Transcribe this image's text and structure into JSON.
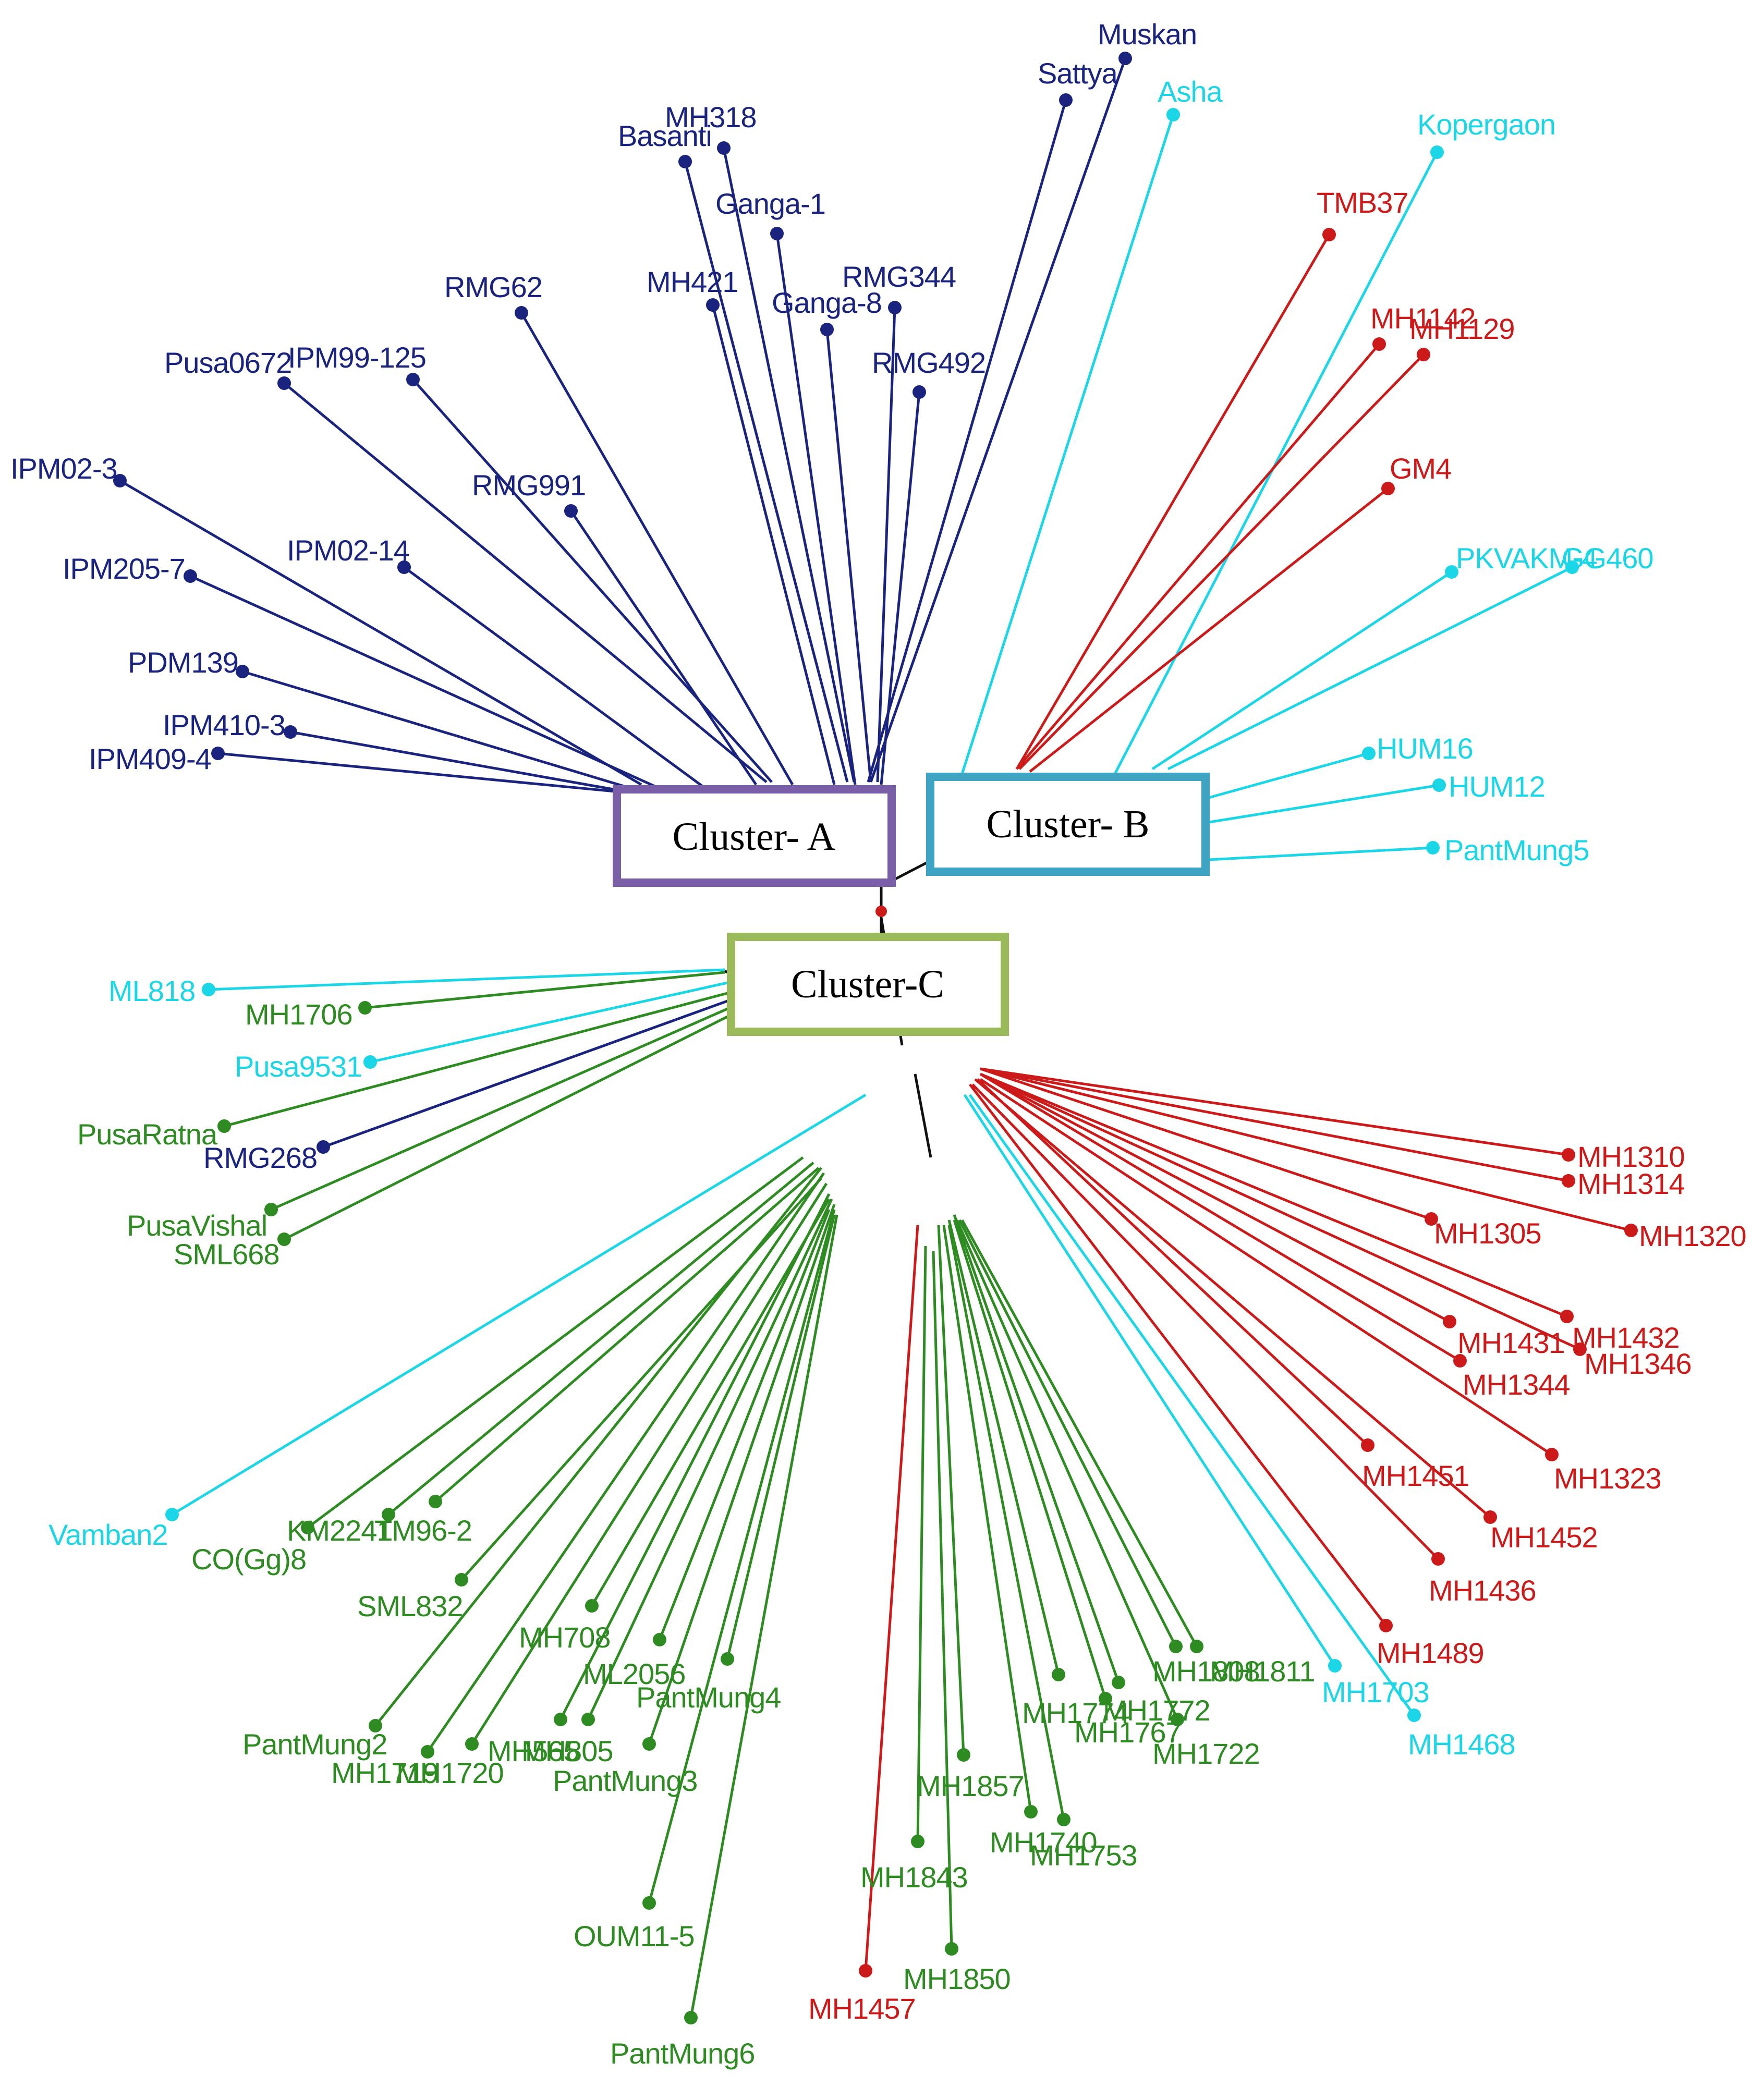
{
  "colors": {
    "A": "#1a237e",
    "B": "#1ad6e6",
    "C": "#2e8b22",
    "R": "#cc1a1a",
    "K": "#111111",
    "box_A": "#7b5ea8",
    "box_B": "#3fa3c3",
    "box_C": "#9bba59"
  },
  "cluster_boxes": [
    {
      "id": "A",
      "label": "Cluster- A"
    },
    {
      "id": "B",
      "label": "Cluster- B"
    },
    {
      "id": "C",
      "label": "Cluster-C"
    }
  ],
  "leaves": [
    {
      "label": "Muskan",
      "color": "A"
    },
    {
      "label": "Sattya",
      "color": "A"
    },
    {
      "label": "MH318",
      "color": "A"
    },
    {
      "label": "Basanti",
      "color": "A"
    },
    {
      "label": "Ganga-1",
      "color": "A"
    },
    {
      "label": "MH421",
      "color": "A"
    },
    {
      "label": "Ganga-8",
      "color": "A"
    },
    {
      "label": "RMG344",
      "color": "A"
    },
    {
      "label": "RMG492",
      "color": "A"
    },
    {
      "label": "RMG62",
      "color": "A"
    },
    {
      "label": "Pusa0672",
      "color": "A"
    },
    {
      "label": "IPM99-125",
      "color": "A"
    },
    {
      "label": "RMG991",
      "color": "A"
    },
    {
      "label": "IPM02-3",
      "color": "A"
    },
    {
      "label": "IPM205-7",
      "color": "A"
    },
    {
      "label": "IPM02-14",
      "color": "A"
    },
    {
      "label": "PDM139",
      "color": "A"
    },
    {
      "label": "IPM410-3",
      "color": "A"
    },
    {
      "label": "IPM409-4",
      "color": "A"
    },
    {
      "label": "Asha",
      "color": "B"
    },
    {
      "label": "Kopergaon",
      "color": "B"
    },
    {
      "label": "PKVAKM-4",
      "color": "B"
    },
    {
      "label": "GG460",
      "color": "B"
    },
    {
      "label": "HUM16",
      "color": "B"
    },
    {
      "label": "HUM12",
      "color": "B"
    },
    {
      "label": "PantMung5",
      "color": "B"
    },
    {
      "label": "TMB37",
      "color": "R"
    },
    {
      "label": "MH1142",
      "color": "R"
    },
    {
      "label": "MH1129",
      "color": "R"
    },
    {
      "label": "GM4",
      "color": "R"
    },
    {
      "label": "ML818",
      "color": "B"
    },
    {
      "label": "MH1706",
      "color": "C"
    },
    {
      "label": "Pusa9531",
      "color": "B"
    },
    {
      "label": "PusaRatna",
      "color": "C"
    },
    {
      "label": "RMG268",
      "color": "A"
    },
    {
      "label": "PusaVishal",
      "color": "C"
    },
    {
      "label": "SML668",
      "color": "C"
    },
    {
      "label": "Vamban2",
      "color": "B"
    },
    {
      "label": "CO(Gg)8",
      "color": "C"
    },
    {
      "label": "KM2241",
      "color": "C"
    },
    {
      "label": "TM96-2",
      "color": "C"
    },
    {
      "label": "SML832",
      "color": "C"
    },
    {
      "label": "MH708",
      "color": "C"
    },
    {
      "label": "ML2056",
      "color": "C"
    },
    {
      "label": "PantMung4",
      "color": "C"
    },
    {
      "label": "PantMung2",
      "color": "C"
    },
    {
      "label": "MH1719",
      "color": "C"
    },
    {
      "label": "MH1720",
      "color": "C"
    },
    {
      "label": "MH565",
      "color": "C"
    },
    {
      "label": "MH805",
      "color": "C"
    },
    {
      "label": "PantMung3",
      "color": "C"
    },
    {
      "label": "OUM11-5",
      "color": "C"
    },
    {
      "label": "PantMung6",
      "color": "C"
    },
    {
      "label": "MH1457",
      "color": "R"
    },
    {
      "label": "MH1843",
      "color": "C"
    },
    {
      "label": "MH1850",
      "color": "C"
    },
    {
      "label": "MH1857",
      "color": "C"
    },
    {
      "label": "MH1740",
      "color": "C"
    },
    {
      "label": "MH1753",
      "color": "C"
    },
    {
      "label": "MH1774",
      "color": "C"
    },
    {
      "label": "MH1772",
      "color": "C"
    },
    {
      "label": "MH1767",
      "color": "C"
    },
    {
      "label": "MH1722",
      "color": "C"
    },
    {
      "label": "MH1808",
      "color": "C"
    },
    {
      "label": "MH1811",
      "color": "C"
    },
    {
      "label": "MH1703",
      "color": "B"
    },
    {
      "label": "MH1468",
      "color": "B"
    },
    {
      "label": "MH1489",
      "color": "R"
    },
    {
      "label": "MH1436",
      "color": "R"
    },
    {
      "label": "MH1452",
      "color": "R"
    },
    {
      "label": "MH1451",
      "color": "R"
    },
    {
      "label": "MH1323",
      "color": "R"
    },
    {
      "label": "MH1344",
      "color": "R"
    },
    {
      "label": "MH1346",
      "color": "R"
    },
    {
      "label": "MH1431",
      "color": "R"
    },
    {
      "label": "MH1432",
      "color": "R"
    },
    {
      "label": "MH1305",
      "color": "R"
    },
    {
      "label": "MH1320",
      "color": "R"
    },
    {
      "label": "MH1314",
      "color": "R"
    },
    {
      "label": "MH1310",
      "color": "R"
    }
  ]
}
